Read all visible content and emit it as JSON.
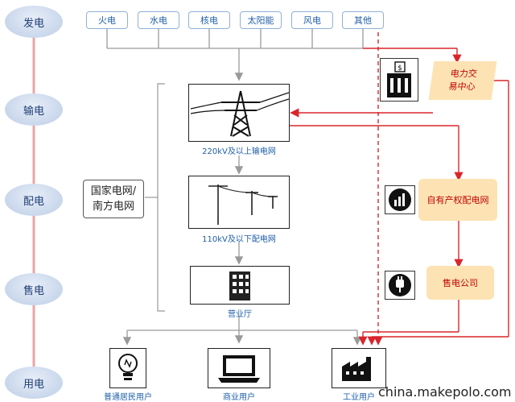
{
  "stages": [
    "发电",
    "输电",
    "配电",
    "售电",
    "用电"
  ],
  "generation": [
    "火电",
    "水电",
    "核电",
    "太阳能",
    "风电",
    "其他"
  ],
  "grid_label": [
    "国家电网/",
    "南方电网"
  ],
  "chain": {
    "transmission": "220kV及以上输电网",
    "distribution": "110kV及以下配电网",
    "hall": "营业厅"
  },
  "market": {
    "exchange": [
      "电力交",
      "易中心"
    ],
    "private_grid": "自有产权配电网",
    "retail": "售电公司"
  },
  "users": {
    "residential": "普通居民用户",
    "commercial": "商业用户",
    "industrial": "工业用户"
  },
  "watermark": "china.makepolo.com",
  "colors": {
    "accent": "#d9262c",
    "stage_text": "#1f3d74",
    "caption": "#1f5fa8",
    "orange": "#fde3b3"
  }
}
